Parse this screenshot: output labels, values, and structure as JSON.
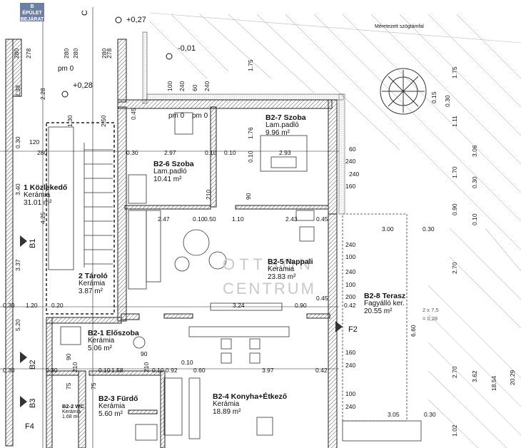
{
  "badge": {
    "line1": "B ÉPÜLET",
    "line2": "BEJÁRAT"
  },
  "watermark": {
    "line1": "OTTHON",
    "line2": "CENTRUM"
  },
  "rooms": [
    {
      "name": "1 Közlekedő",
      "sub": "Kerámia",
      "area": "31.01 m²"
    },
    {
      "name": "2 Tároló",
      "sub": "Kerámia",
      "area": "3.87 m²"
    },
    {
      "name": "B2-6 Szoba",
      "sub": "Lam.padló",
      "area": "10.41 m²"
    },
    {
      "name": "B2-7 Szoba",
      "sub": "Lam.padló",
      "area": "9.96 m²"
    },
    {
      "name": "B2-5 Nappali",
      "sub": "Kerámia",
      "area": "23.83 m²"
    },
    {
      "name": "B2-8 Terasz",
      "sub": "Fagyálló ker.",
      "area": "20.55 m²"
    },
    {
      "name": "B2-1 Előszoba",
      "sub": "Kerámia",
      "area": "5.06 m²"
    },
    {
      "name": "B2-3 Fürdő",
      "sub": "Kerámia",
      "area": "5.60 m²"
    },
    {
      "name": "B2-2 WC",
      "sub": "Kerámia",
      "area": "1.68 m²"
    },
    {
      "name": "B2-4 Konyha+Étkező",
      "sub": "Kerámia",
      "area": "18.89 m²"
    }
  ],
  "levels": [
    "+0,27",
    "-0,01",
    "+0,28",
    "pm 0",
    "pm 0",
    "pm 0"
  ],
  "sections": [
    "B1",
    "B2",
    "B3",
    "F2",
    "F4",
    "C"
  ],
  "note": "Méretezett szögtámfal",
  "dims_h": [
    "2.97",
    "0.10",
    "0.10",
    "2.93",
    "0.30",
    "2.47",
    "0.10",
    "0.50",
    "1.10",
    "2.43",
    "0.45",
    "3.00",
    "0.30",
    "3.24",
    "0.90",
    "0.45",
    "0.42",
    "0.10",
    "1.58",
    "0.10",
    "0.92",
    "0.10",
    "0.60",
    "3.97",
    "0.42",
    "3.05",
    "0.30",
    "1.20",
    "0.30",
    "0.30",
    "0.20",
    "0.30"
  ],
  "dims_v": [
    "1.75",
    "1.75",
    "3.06",
    "1.70",
    "0.30",
    "0.10",
    "2.70",
    "0.90",
    "6.60",
    "2.70",
    "3.62",
    "18.54",
    "20.29",
    "1.02",
    "0.15",
    "0.30",
    "1.11",
    "0.45",
    "1.76",
    "0.10",
    "2.38",
    "0.30",
    "2.28",
    "1.30",
    "2.50",
    "3.40",
    "4.25",
    "5.20",
    "3.37"
  ],
  "misc": [
    "100",
    "240",
    "60",
    "240",
    "60",
    "240",
    "240",
    "160",
    "240",
    "100",
    "240",
    "100",
    "200",
    "160",
    "240",
    "100",
    "240",
    "210",
    "90",
    "210",
    "90",
    "90",
    "210",
    "75",
    "75",
    "2 x 7,5",
    "= 0,28",
    "280",
    "278",
    "280",
    "280",
    "278",
    "280",
    "120",
    "280"
  ]
}
